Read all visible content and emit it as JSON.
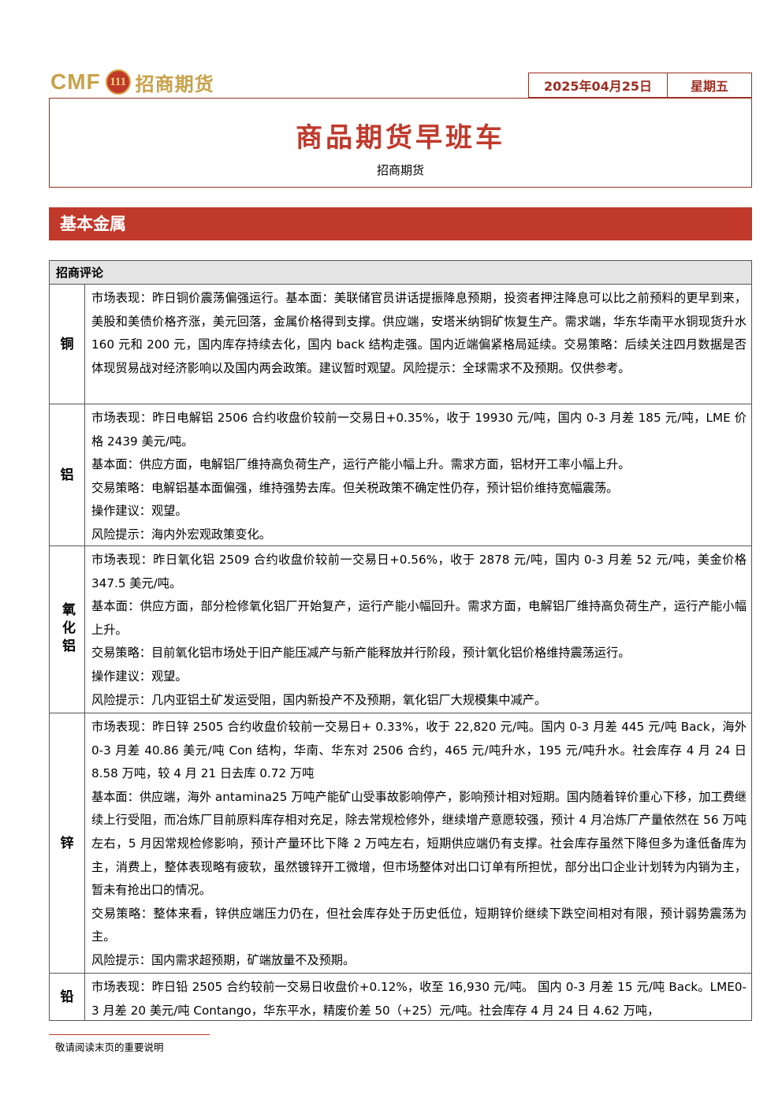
{
  "header": {
    "logo_cmf": "CMF",
    "logo_cn": "招商期货",
    "date": "2025年04月25日",
    "weekday": "星期五"
  },
  "title": {
    "main": "商品期货早班车",
    "sub": "招商期货"
  },
  "section": {
    "title": "基本金属"
  },
  "table": {
    "header": "招商评论",
    "rows": [
      {
        "label": "铜",
        "paragraphs": [
          "市场表现：昨日铜价震荡偏强运行。基本面：美联储官员讲话提振降息预期，投资者押注降息可以比之前预料的更早到来，美股和美债价格齐涨，美元回落，金属价格得到支撑。供应端，安塔米纳铜矿恢复生产。需求端，华东华南平水铜现货升水 160 元和 200 元，国内库存持续去化，国内 back 结构走强。国内近端偏紧格局延续。交易策略：后续关注四月数据是否体现贸易战对经济影响以及国内两会政策。建议暂时观望。风险提示：全球需求不及预期。仅供参考。"
        ]
      },
      {
        "label": "铝",
        "paragraphs": [
          "市场表现：昨日电解铝 2506 合约收盘价较前一交易日+0.35%，收于 19930 元/吨，国内 0-3 月差 185 元/吨，LME 价格 2439 美元/吨。",
          "基本面：供应方面，电解铝厂维持高负荷生产，运行产能小幅上升。需求方面，铝材开工率小幅上升。",
          "交易策略：电解铝基本面偏强，维持强势去库。但关税政策不确定性仍存，预计铝价维持宽幅震荡。",
          "操作建议：观望。",
          "风险提示：海内外宏观政策变化。"
        ]
      },
      {
        "label": "氧化铝",
        "paragraphs": [
          "市场表现：昨日氧化铝 2509 合约收盘价较前一交易日+0.56%，收于 2878 元/吨，国内 0-3 月差 52 元/吨，美金价格 347.5 美元/吨。",
          "基本面：供应方面，部分检修氧化铝厂开始复产，运行产能小幅回升。需求方面，电解铝厂维持高负荷生产，运行产能小幅上升。",
          "交易策略：目前氧化铝市场处于旧产能压减产与新产能释放并行阶段，预计氧化铝价格维持震荡运行。",
          "操作建议：观望。",
          "风险提示：几内亚铝土矿发运受阻，国内新投产不及预期，氧化铝厂大规模集中减产。"
        ]
      },
      {
        "label": "锌",
        "paragraphs": [
          "市场表现：昨日锌 2505 合约收盘价较前一交易日+ 0.33%，收于 22,820 元/吨。国内 0-3 月差 445 元/吨 Back，海外 0-3 月差 40.86 美元/吨 Con 结构，华南、华东对 2506 合约，465 元/吨升水，195 元/吨升水。社会库存 4 月 24 日 8.58 万吨，较 4 月 21 日去库 0.72 万吨",
          "基本面：供应端，海外 antamina25 万吨产能矿山受事故影响停产，影响预计相对短期。国内随着锌价重心下移，加工费继续上行受阻，而冶炼厂目前原料库存相对充足，除去常规检修外，继续增产意愿较强，预计 4 月冶炼厂产量依然在 56 万吨左右，5 月因常规检修影响，预计产量环比下降 2 万吨左右，短期供应端仍有支撑。社会库存虽然下降但多为逢低备库为主，消费上，整体表现略有疲软，虽然镀锌开工微增，但市场整体对出口订单有所担忧，部分出口企业计划转为内销为主，暂未有抢出口的情况。",
          "交易策略：整体来看，锌供应端压力仍在，但社会库存处于历史低位，短期锌价继续下跌空间相对有限，预计弱势震荡为主。",
          "风险提示：国内需求超预期，矿端放量不及预期。"
        ]
      },
      {
        "label": "铅",
        "paragraphs": [
          "市场表现：昨日铅 2505 合约较前一交易日收盘价+0.12%，收至 16,930 元/吨。 国内 0-3 月差 15 元/吨 Back。LME0-3 月差 20 美元/吨 Contango，华东平水，精废价差 50（+25）元/吨。社会库存 4 月 24 日 4.62 万吨，"
        ]
      }
    ]
  },
  "footer": {
    "note": "敬请阅读末页的重要说明"
  }
}
